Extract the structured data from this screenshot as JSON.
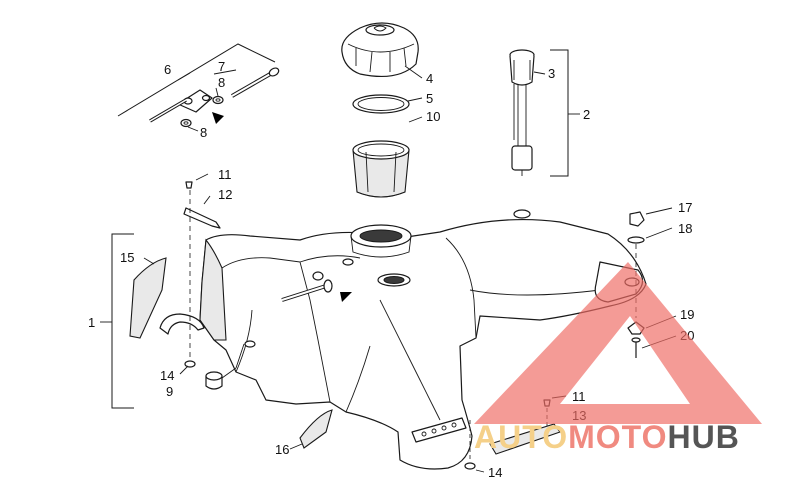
{
  "callouts": [
    "1",
    "2",
    "3",
    "4",
    "5",
    "6",
    "7",
    "8",
    "8",
    "9",
    "10",
    "11",
    "11",
    "12",
    "13",
    "14",
    "14",
    "15",
    "16",
    "17",
    "18",
    "19",
    "20"
  ],
  "watermark": {
    "parts": [
      "AUTO",
      "MOTO",
      "HUB"
    ],
    "colors": [
      "#f5d089",
      "#f08a80",
      "#555555"
    ],
    "triangle_color": "#ef6b64"
  }
}
